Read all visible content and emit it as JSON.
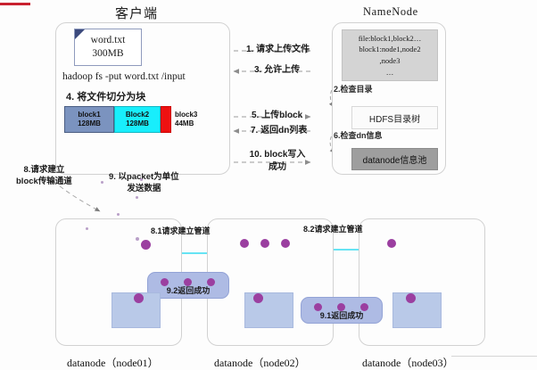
{
  "titles": {
    "client": "客户端",
    "namenode": "NameNode"
  },
  "client": {
    "file_name": "word.txt",
    "file_size": "300MB",
    "command": "hadoop fs -put word.txt /input",
    "step4": "4. 将文件切分为块",
    "blocks": [
      {
        "name": "block1",
        "size": "128MB",
        "color": "#7b93bf"
      },
      {
        "name": "Block2",
        "size": "128MB",
        "color": "#18eefc"
      },
      {
        "name": "block3",
        "size": "44MB",
        "color": "#ee1111"
      }
    ],
    "note8": "8.请求建立\nblock传输通道",
    "note8_l1": "8.请求建立",
    "note8_l2": "block传输通道",
    "note9_l1": "9. 以packet为单位",
    "note9_l2": "发送数据"
  },
  "namenode": {
    "meta_l1": "file:block1,block2…",
    "meta_l2": "block1:node1,node2",
    "meta_l3": ",node3",
    "meta_l4": "…",
    "dir_tree": "HDFS目录树",
    "dn_pool": "datanode信息池",
    "check_dir": "2.检查目录",
    "check_dn": "6.检查dn信息"
  },
  "flows": [
    {
      "id": "1",
      "label": "1. 请求上传文件",
      "dir": "right"
    },
    {
      "id": "3",
      "label": "3. 允许上传",
      "dir": "left"
    },
    {
      "id": "5",
      "label": "5. 上传block",
      "dir": "right"
    },
    {
      "id": "7",
      "label": "7. 返回dn列表",
      "dir": "left"
    },
    {
      "id": "10",
      "label": "10. block写入\n成功",
      "dir": "right"
    }
  ],
  "flow_labels": {
    "f1": "1. 请求上传文件",
    "f3": "3. 允许上传",
    "f5": "5. 上传block",
    "f7": "7. 返回dn列表",
    "f10_l1": "10. block写入",
    "f10_l2": "成功"
  },
  "datanodes": [
    {
      "label": "datanode（node01）",
      "pipe_title": "8.1请求建立管道",
      "pipe_return": "9.2返回成功"
    },
    {
      "label": "datanode（node02）",
      "pipe_title": "8.2请求建立管道",
      "pipe_return": "9.1返回成功"
    },
    {
      "label": "datanode（node03）",
      "pipe_title": "",
      "pipe_return": ""
    }
  ],
  "dn_labels": {
    "node01": "datanode（node01）",
    "node02": "datanode（node02）",
    "node03": "datanode（node03）"
  },
  "pipelines": {
    "p1_title": "8.1请求建立管道",
    "p1_return": "9.2返回成功",
    "p2_title": "8.2请求建立管道",
    "p2_return": "9.1返回成功"
  },
  "colors": {
    "panel_border": "#d2d2d2",
    "block1": "#7b93bf",
    "block2": "#18eefc",
    "block3": "#ee1111",
    "pipe": "#aebbe4",
    "dn_box": "#b9c9e8",
    "packet_dot": "#9b3fa0",
    "accent_red": "#c9202f"
  }
}
